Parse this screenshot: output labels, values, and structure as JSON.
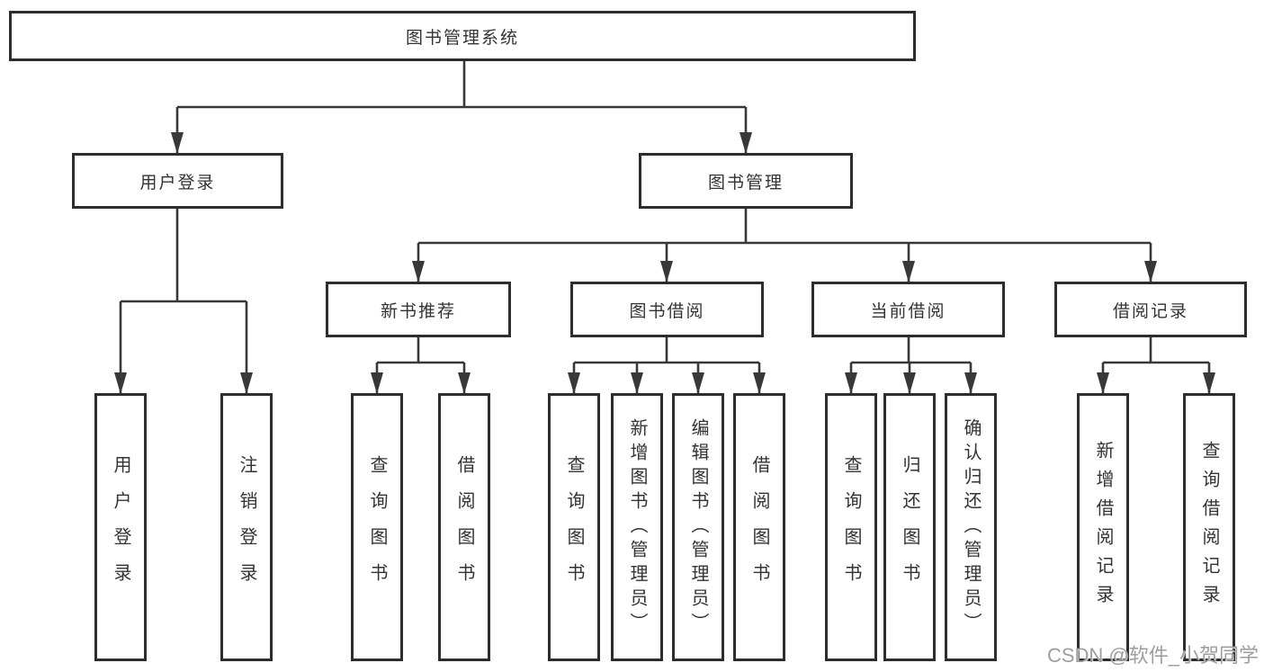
{
  "colors": {
    "line": "#383838",
    "border": "#2d2d2d",
    "text": "#333333",
    "watermark": "#9e9e9e",
    "background": "#ffffff"
  },
  "watermark": {
    "text": "CSDN @软件_小贺同学"
  },
  "tree": {
    "root": {
      "label": "图书管理系统"
    },
    "children": [
      {
        "label": "用户登录",
        "children": [
          {
            "label": "用户登录"
          },
          {
            "label": "注销登录"
          }
        ]
      },
      {
        "label": "图书管理",
        "children": [
          {
            "label": "新书推荐",
            "children": [
              {
                "label": "查询图书"
              },
              {
                "label": "借阅图书"
              }
            ]
          },
          {
            "label": "图书借阅",
            "children": [
              {
                "label": "查询图书"
              },
              {
                "label": "新增图书（管理员）"
              },
              {
                "label": "编辑图书（管理员）"
              },
              {
                "label": "借阅图书"
              }
            ]
          },
          {
            "label": "当前借阅",
            "children": [
              {
                "label": "查询图书"
              },
              {
                "label": "归还图书"
              },
              {
                "label": "确认归还（管理员）"
              }
            ]
          },
          {
            "label": "借阅记录",
            "children": [
              {
                "label": "新增借阅记录"
              },
              {
                "label": "查询借阅记录"
              }
            ]
          }
        ]
      }
    ]
  }
}
